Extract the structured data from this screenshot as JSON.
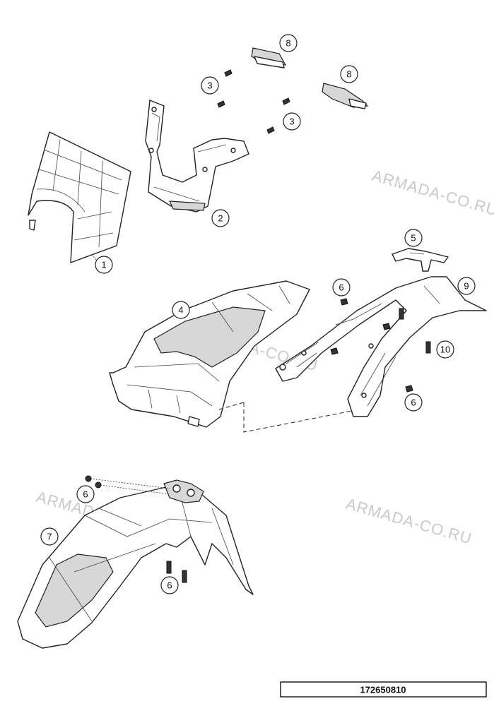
{
  "diagram": {
    "part_number": "172650810",
    "watermarks": [
      {
        "id": "wm1",
        "text": "ARMADA-CO.RU"
      },
      {
        "id": "wm2",
        "text": "ARMADA-CO.RU"
      },
      {
        "id": "wm3",
        "text": "ARMADA-CO.RU"
      },
      {
        "id": "wm4",
        "text": "ARMADA-CO.RU"
      }
    ],
    "callouts": {
      "c1": "1",
      "c2": "2",
      "c3a": "3",
      "c3b": "3",
      "c4": "4",
      "c5": "5",
      "c6a": "6",
      "c6b": "6",
      "c6c": "6",
      "c6d": "6",
      "c7": "7",
      "c8a": "8",
      "c8b": "8",
      "c9": "9",
      "c10": "10"
    }
  }
}
